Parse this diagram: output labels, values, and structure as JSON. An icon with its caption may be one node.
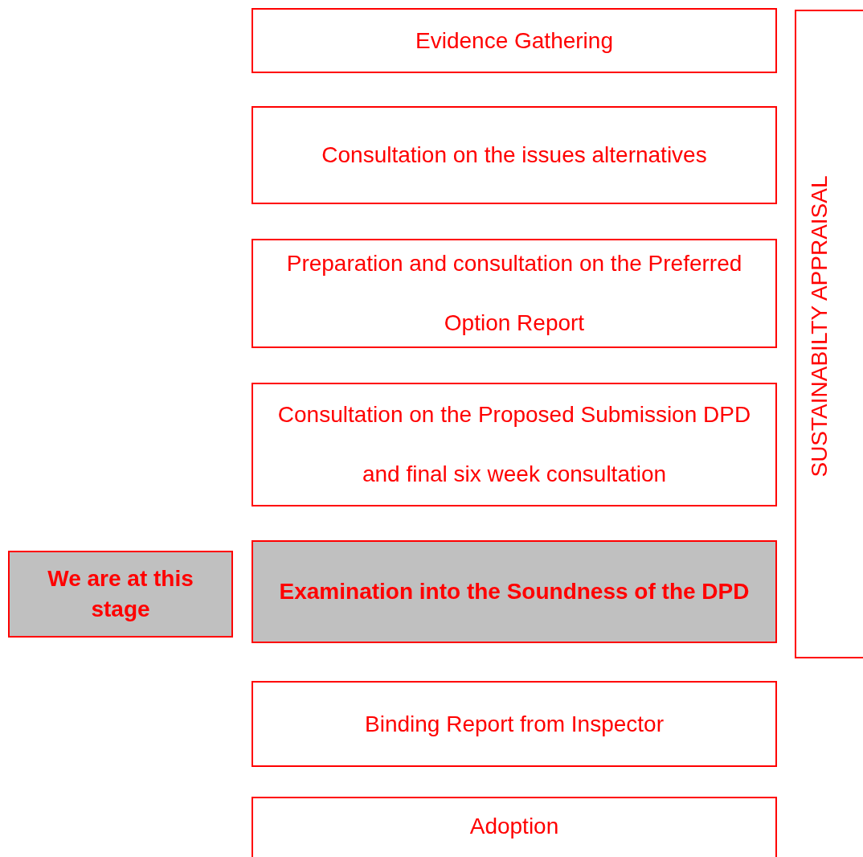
{
  "diagram": {
    "nodes": [
      {
        "text": [
          "Evidence Gathering"
        ]
      },
      {
        "text": [
          "Consultation on the issues alternatives"
        ]
      },
      {
        "text": [
          "Preparation and consultation on the Preferred Option Report"
        ]
      },
      {
        "text": [
          "Consultation on the Proposed Submission DPD and final six week consultation"
        ]
      },
      {
        "text": [
          "We are at this stage"
        ]
      },
      {
        "text": [
          "Examination into the Soundness of the DPD"
        ]
      },
      {
        "text": [
          "Binding Report from Inspector"
        ]
      },
      {
        "text": [
          "Adoption"
        ]
      },
      {
        "text": [
          "SUSTAINABILTY APPRAISAL"
        ]
      }
    ]
  }
}
